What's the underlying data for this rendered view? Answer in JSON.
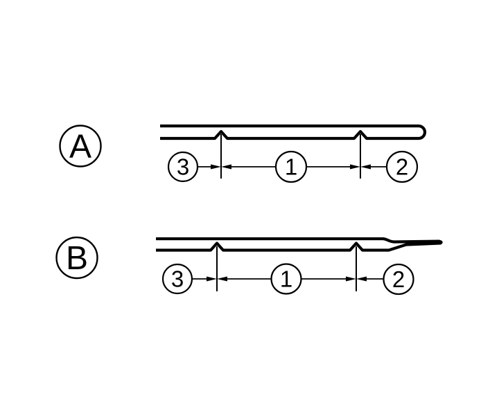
{
  "colors": {
    "ink": "#000000",
    "background": "#ffffff"
  },
  "figures": [
    {
      "label": "A",
      "callouts": [
        "3",
        "1",
        "2"
      ]
    },
    {
      "label": "B",
      "callouts": [
        "3",
        "1",
        "2"
      ]
    }
  ]
}
